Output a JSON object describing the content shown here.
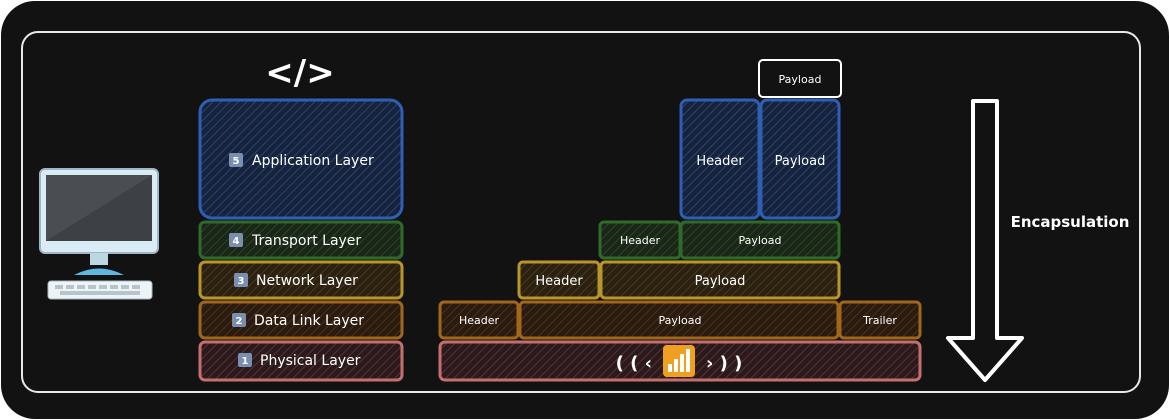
{
  "code_symbol": "</>",
  "layers": [
    {
      "number": "5",
      "label": "Application Layer",
      "color": "#2f5fb5"
    },
    {
      "number": "4",
      "label": "Transport Layer",
      "color": "#2f6a2a"
    },
    {
      "number": "3",
      "label": "Network Layer",
      "color": "#b8962a"
    },
    {
      "number": "2",
      "label": "Data Link Layer",
      "color": "#a0671c"
    },
    {
      "number": "1",
      "label": "Physical Layer",
      "color": "#c46e6e"
    }
  ],
  "application_row": {
    "header": "Header",
    "payload": "Payload",
    "top_payload": "Payload"
  },
  "transport_row": {
    "header": "Header",
    "payload": "Payload"
  },
  "network_row": {
    "header": "Header",
    "payload": "Payload"
  },
  "datalink_row": {
    "header": "Header",
    "payload": "Payload",
    "trailer": "Trailer"
  },
  "physical_row": {
    "signal_left": "( ( ‹",
    "signal_right": "› ) )",
    "icon": "signal-bars-icon"
  },
  "encapsulation_label": "Encapsulation",
  "computer_icon": "desktop-computer-icon"
}
